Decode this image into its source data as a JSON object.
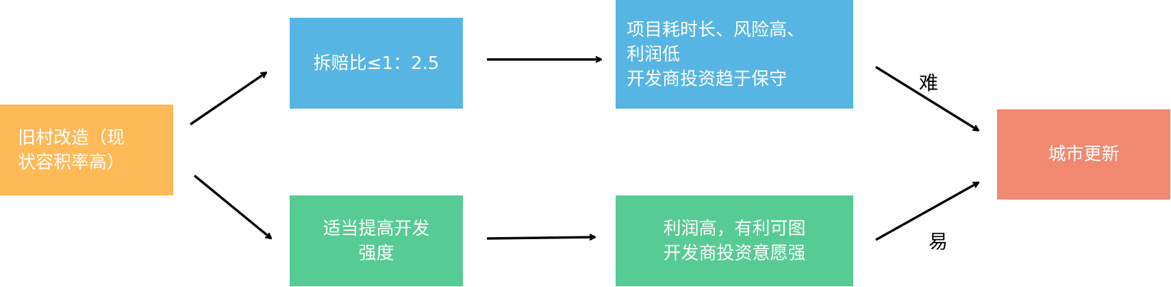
{
  "nodes": {
    "start": {
      "text": "旧村改造（现\n状容积率高）",
      "color": "#FFB957"
    },
    "upper_mid": {
      "text": "拆赔比≤1：2.5",
      "color": "#57B5E3"
    },
    "upper_right": {
      "text": "项目耗时长、风险高、\n利润低\n开发商投资趋于保守",
      "color": "#57B5E3"
    },
    "lower_mid": {
      "text": "适当提高开发\n强度",
      "color": "#57CB94"
    },
    "lower_right": {
      "text": "利润高，有利可图\n开发商投资意愿强",
      "color": "#57CB94"
    },
    "end": {
      "text": "城市更新",
      "color": "#F0896F"
    }
  },
  "edge_labels": {
    "hard": "难",
    "easy": "易"
  }
}
